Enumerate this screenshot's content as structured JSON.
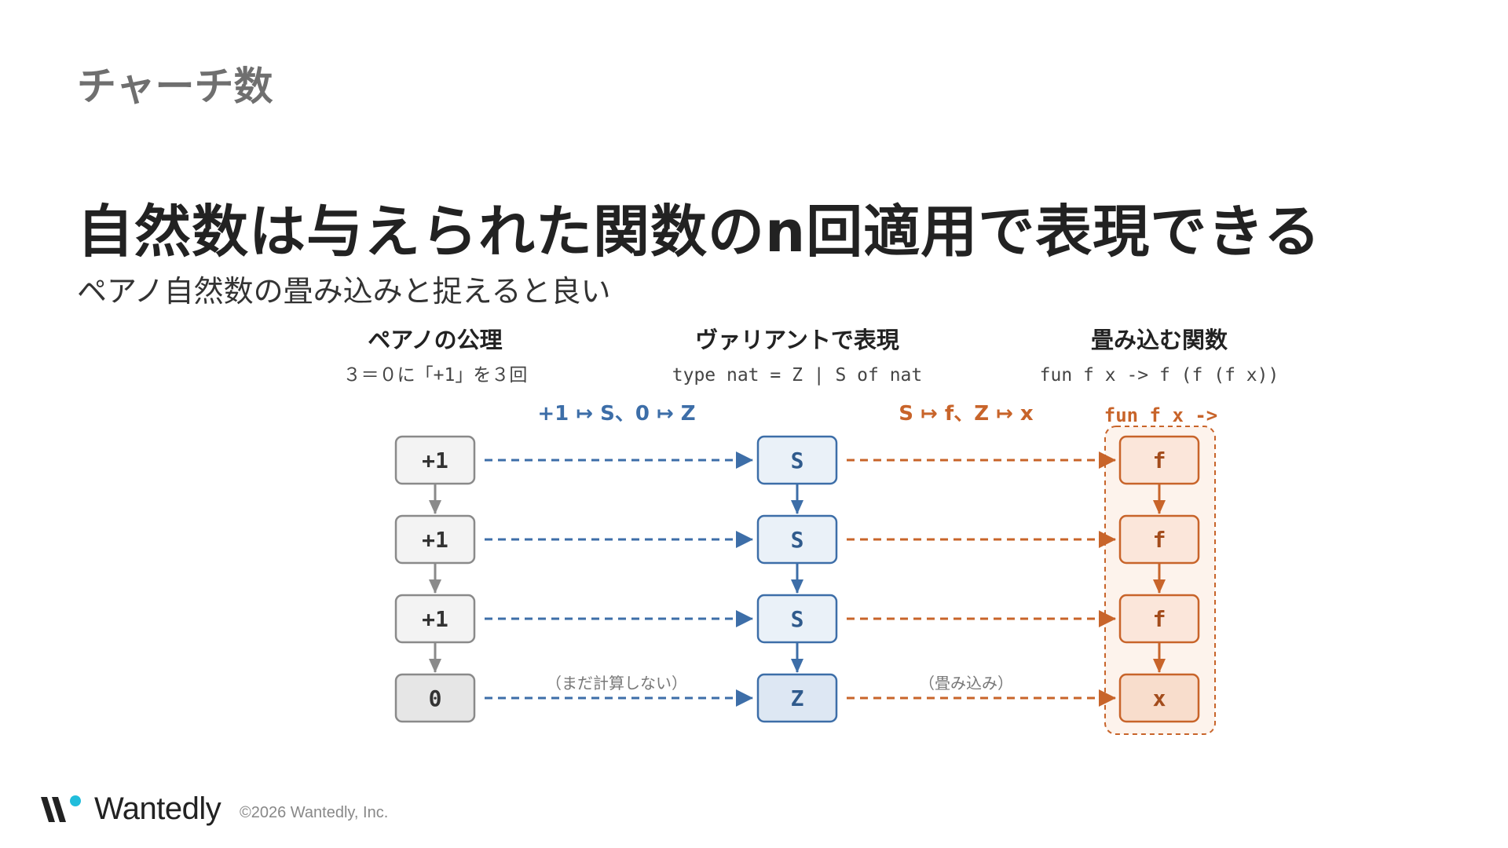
{
  "section_label": "チャーチ数",
  "headline": "自然数は与えられた関数のn回適用で表現できる",
  "subhead": "ペアノ自然数の畳み込みと捉えると良い",
  "columns": [
    {
      "title": "ペアノの公理",
      "subtitle": "３＝０に「+1」を３回"
    },
    {
      "title": "ヴァリアントで表現",
      "subtitle": "type nat = Z | S of nat"
    },
    {
      "title": "畳み込む関数",
      "subtitle": "fun f x -> f (f (f x))"
    }
  ],
  "mappings": {
    "peano_to_variant": "+1 ↦ S、0 ↦ Z",
    "variant_to_fold": "S ↦ f、Z ↦ x",
    "fold_header": "fun f x ->"
  },
  "notes": {
    "peano_to_variant": "（まだ計算しない）",
    "variant_to_fold": "（畳み込み）"
  },
  "peano_boxes": [
    "+1",
    "+1",
    "+1",
    "0"
  ],
  "variant_boxes": [
    "S",
    "S",
    "S",
    "Z"
  ],
  "fold_boxes": [
    "f",
    "f",
    "f",
    "x"
  ],
  "colors": {
    "gray": "#8a8a8a",
    "blue": "#3d6ea8",
    "orange": "#c8642a"
  },
  "footer": {
    "brand": "Wantedly",
    "copyright": "©2026 Wantedly, Inc."
  }
}
